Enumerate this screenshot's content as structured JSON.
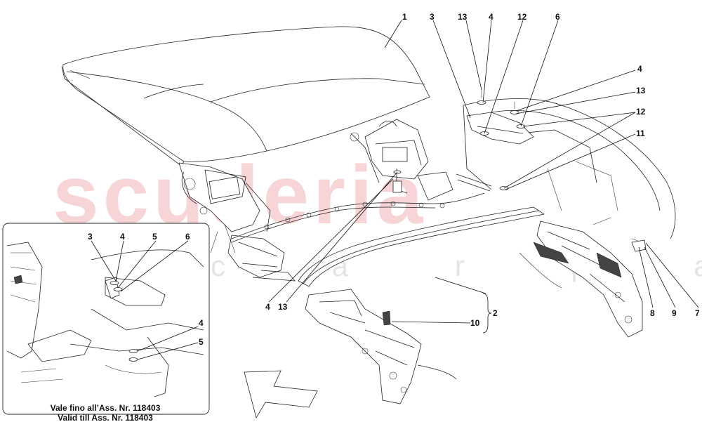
{
  "watermark": {
    "brand": "scuderia",
    "subtitle": "c a r p a r t s"
  },
  "inset": {
    "validity_line1": "Vale fino all’Ass. Nr. 118403",
    "validity_line2": "Valid till Ass. Nr. 118403",
    "callouts": [
      "3",
      "4",
      "5",
      "6",
      "4",
      "5"
    ]
  },
  "main_callouts": [
    "1",
    "3",
    "13",
    "4",
    "12",
    "6",
    "4",
    "13",
    "12",
    "11",
    "2",
    "10",
    "8",
    "9",
    "7",
    "4",
    "13"
  ]
}
